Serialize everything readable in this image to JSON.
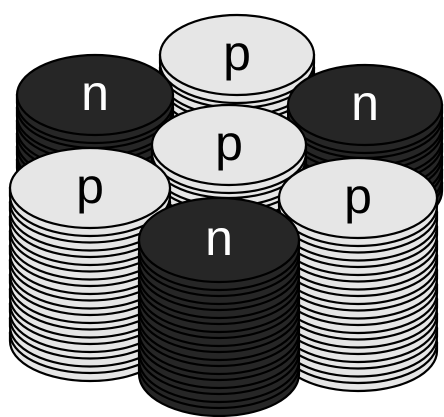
{
  "colors": {
    "p_fill": "#e6e6e6",
    "n_fill": "#262626",
    "outline": "#000000",
    "p_text": "#000000",
    "n_text": "#ffffff"
  },
  "stacks": [
    {
      "id": "back-center-p",
      "type": "p",
      "label": "p"
    },
    {
      "id": "back-left-n",
      "type": "n",
      "label": "n"
    },
    {
      "id": "back-right-n",
      "type": "n",
      "label": "n"
    },
    {
      "id": "middle-center-p",
      "type": "p",
      "label": "p"
    },
    {
      "id": "front-left-p",
      "type": "p",
      "label": "p"
    },
    {
      "id": "front-right-p",
      "type": "p",
      "label": "p"
    },
    {
      "id": "front-center-n",
      "type": "n",
      "label": "n"
    }
  ]
}
